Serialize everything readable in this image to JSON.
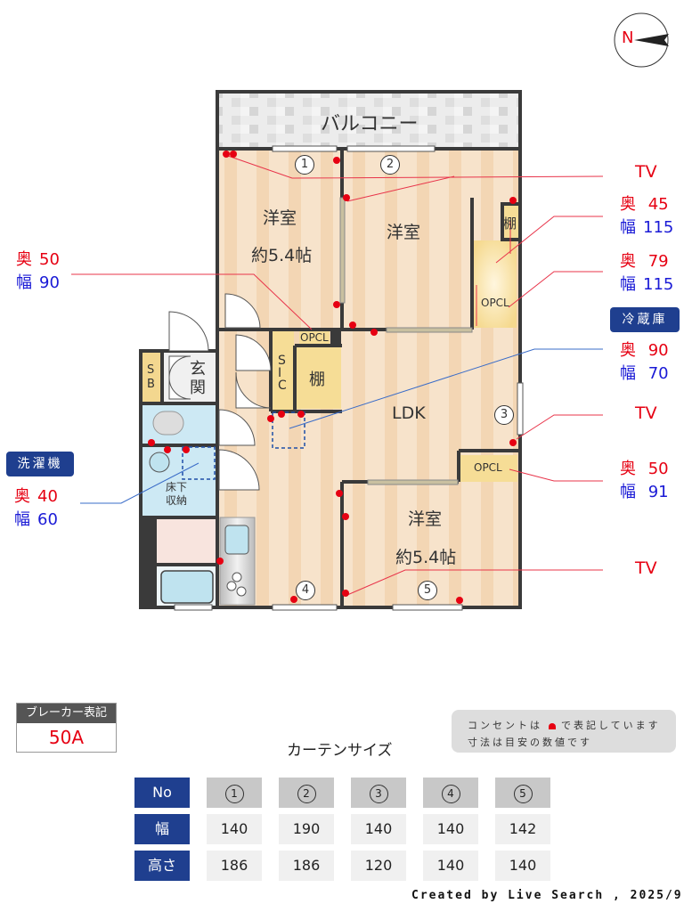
{
  "compass": {
    "label": "N",
    "icon": "compass-north-arrow-icon"
  },
  "plan": {
    "balcony": "バルコニー",
    "rooms": [
      {
        "id": "room-west",
        "name": "洋室",
        "size": "約5.4帖"
      },
      {
        "id": "room-center",
        "name": "洋室",
        "size": ""
      },
      {
        "id": "ldk",
        "name": "LDK",
        "size": ""
      },
      {
        "id": "room-south",
        "name": "洋室",
        "size": "約5.4帖"
      }
    ],
    "storage": {
      "opcl_1": "OPCL",
      "opcl_2": "OPCL",
      "opcl_3": "OPCL",
      "tana_1": "棚",
      "tana_2": "棚",
      "sic": "S\nI\nC",
      "sb": "S\nB",
      "genkan": "玄\n関",
      "yukashita": "床下\n収納"
    },
    "windows": [
      "1",
      "2",
      "3",
      "4",
      "5"
    ]
  },
  "annotations": {
    "left_top": {
      "oku_label": "奥",
      "oku": "50",
      "haba_label": "幅",
      "haba": "90"
    },
    "washer": {
      "tag": "洗濯機",
      "oku_label": "奥",
      "oku": "40",
      "haba_label": "幅",
      "haba": "60"
    },
    "tv_1": "TV",
    "right_1": {
      "oku_label": "奥",
      "oku": "45",
      "haba_label": "幅",
      "haba": "115"
    },
    "right_2": {
      "oku_label": "奥",
      "oku": "79",
      "haba_label": "幅",
      "haba": "115"
    },
    "fridge": {
      "tag": "冷蔵庫",
      "oku_label": "奥",
      "oku": "90",
      "haba_label": "幅",
      "haba": "70"
    },
    "tv_2": "TV",
    "right_3": {
      "oku_label": "奥",
      "oku": "50",
      "haba_label": "幅",
      "haba": "91"
    },
    "tv_3": "TV"
  },
  "breaker": {
    "label": "ブレーカー表記",
    "value": "50A"
  },
  "note": {
    "line1_a": "コンセントは",
    "line1_b": "で表記しています",
    "line2": "寸法は目安の数値です"
  },
  "curtain": {
    "title": "カーテンサイズ",
    "row_headers": [
      "No",
      "幅",
      "高さ"
    ],
    "columns": [
      {
        "no": "1",
        "width": "140",
        "height": "186"
      },
      {
        "no": "2",
        "width": "190",
        "height": "186"
      },
      {
        "no": "3",
        "width": "140",
        "height": "120"
      },
      {
        "no": "4",
        "width": "140",
        "height": "140"
      },
      {
        "no": "5",
        "width": "142",
        "height": "140"
      }
    ]
  },
  "credit": "Created by Live Search , 2025/9",
  "colors": {
    "wall": "#3a3a3a",
    "floor": "#f5dcc0",
    "closet": "#f6dd96",
    "wet": "#cde9f4",
    "accent_red": "#e60012",
    "accent_blue": "#1a1ad6",
    "tag_navy": "#1f3f8f"
  }
}
